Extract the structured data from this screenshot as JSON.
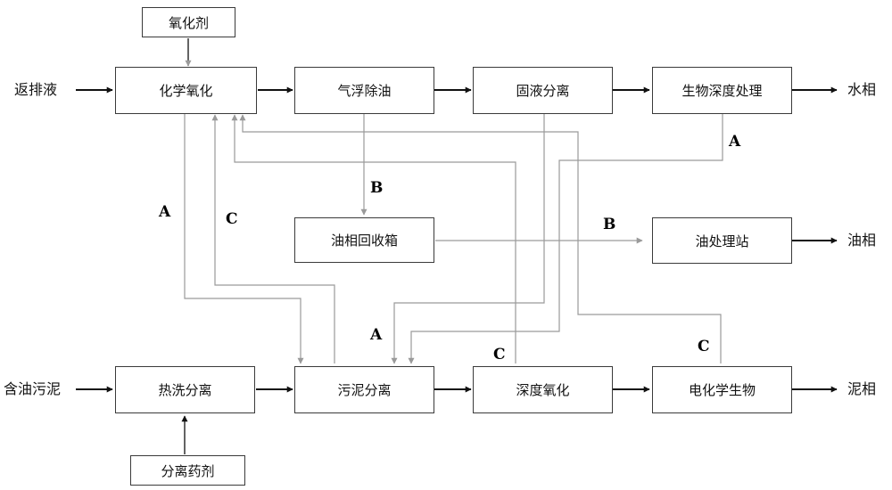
{
  "nodes": {
    "oxidant": "氧化剂",
    "chemical_oxidation": "化学氧化",
    "air_flotation": "气浮除油",
    "solid_liquid_separation": "固液分离",
    "bio_deep_treatment": "生物深度处理",
    "oil_recovery_tank": "油相回收箱",
    "oil_treatment_station": "油处理站",
    "hot_wash_separation": "热洗分离",
    "sludge_separation": "污泥分离",
    "deep_oxidation": "深度氧化",
    "electrochemical_bio": "电化学生物",
    "separation_agent": "分离药剂"
  },
  "inputs": {
    "flowback_fluid": "返排液",
    "oily_sludge": "含油污泥"
  },
  "outputs": {
    "water_phase": "水相",
    "oil_phase": "油相",
    "sludge_phase": "泥相"
  },
  "stream_labels": {
    "a1": "A",
    "a2": "A",
    "a3": "A",
    "b1": "B",
    "b2": "B",
    "c1": "C",
    "c2": "C",
    "c3": "C"
  }
}
